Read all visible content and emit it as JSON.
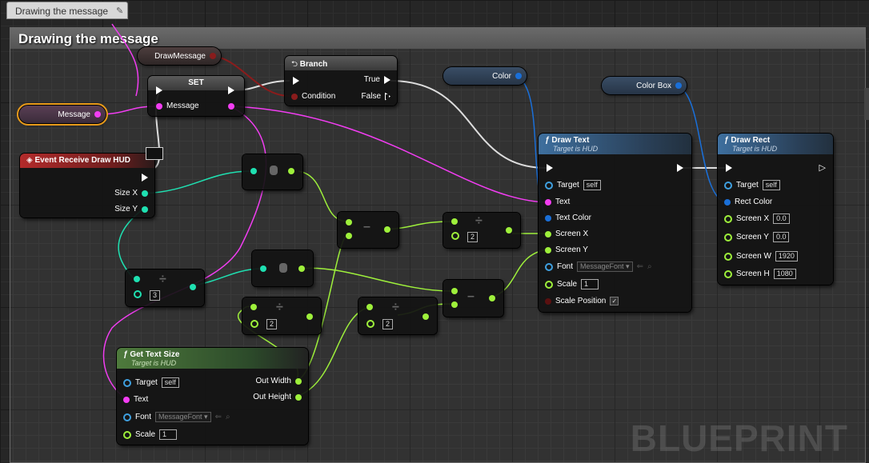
{
  "tab": {
    "title": "Drawing the message"
  },
  "comment": {
    "title": "Drawing the message"
  },
  "colors": {
    "exec": "#ffffff",
    "string": "#f23df2",
    "bool": "#8a1c1c",
    "int": "#1fe0b1",
    "float": "#9ef03b",
    "struct": "#1a6fd8",
    "object": "#3fa0e0"
  },
  "variables": {
    "draw_message": "DrawMessage",
    "message": "Message",
    "color": "Color",
    "color_box": "Color Box"
  },
  "set_node": {
    "title": "SET",
    "input": "Message"
  },
  "branch_node": {
    "title": "Branch",
    "condition": "Condition",
    "true": "True",
    "false": "False"
  },
  "event_node": {
    "title": "Event Receive Draw HUD",
    "size_x": "Size X",
    "size_y": "Size Y"
  },
  "math_nodes": {
    "divisor_1": "3",
    "divisor_2": "2",
    "divisor_3": "2",
    "divisor_4": "2"
  },
  "draw_text": {
    "title": "Draw Text",
    "subtitle": "Target is HUD",
    "target": "Target",
    "target_val": "self",
    "text": "Text",
    "text_color": "Text Color",
    "screen_x": "Screen X",
    "screen_y": "Screen Y",
    "font": "Font",
    "font_val": "MessageFont",
    "scale": "Scale",
    "scale_val": "1",
    "scale_position": "Scale Position",
    "scale_position_checked": "✓"
  },
  "draw_rect": {
    "title": "Draw Rect",
    "subtitle": "Target is HUD",
    "target": "Target",
    "target_val": "self",
    "rect_color": "Rect Color",
    "screen_x": "Screen X",
    "screen_x_val": "0.0",
    "screen_y": "Screen Y",
    "screen_y_val": "0.0",
    "screen_w": "Screen W",
    "screen_w_val": "1920",
    "screen_h": "Screen H",
    "screen_h_val": "1080"
  },
  "get_text_size": {
    "title": "Get Text Size",
    "subtitle": "Target is HUD",
    "target": "Target",
    "target_val": "self",
    "text": "Text",
    "font": "Font",
    "font_val": "MessageFont",
    "scale": "Scale",
    "scale_val": "1",
    "out_width": "Out Width",
    "out_height": "Out Height"
  },
  "watermark": "BLUEPRINT"
}
